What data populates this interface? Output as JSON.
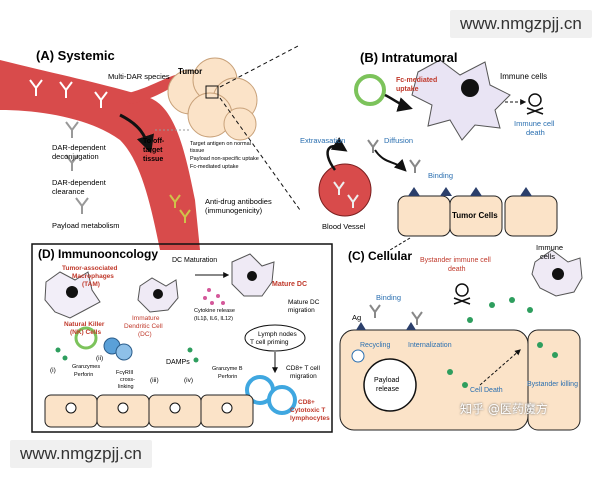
{
  "watermark_top": "www.nmgzpjj.cn",
  "watermark_bottom": "www.nmgzpjj.cn",
  "watermark_cn": "知乎 @医药魔方",
  "panelA": {
    "title": "(A) Systemic",
    "multi_dar": "Multi-DAR species",
    "tumor": "Tumor",
    "off_target_1": "To off-",
    "off_target_2": "target",
    "off_target_3": "tissue",
    "bullets": [
      "Target antigen on normal",
      "tissue",
      "Payload non-specific uptake",
      "Fc-mediated uptake"
    ],
    "deconj_1": "DAR-dependent",
    "deconj_2": "deconjugation",
    "clear_1": "DAR-dependent",
    "clear_2": "clearance",
    "payload_metab": "Payload metabolism",
    "ada_1": "Anti-drug antibodies",
    "ada_2": "(immunogenicity)"
  },
  "panelB": {
    "title": "(B) Intratumoral",
    "fc_1": "Fc-mediated",
    "fc_2": "uptake",
    "immune_cells": "Immune cells",
    "death_1": "Immune cell",
    "death_2": "death",
    "extravasation": "Extravasation",
    "diffusion": "Diffusion",
    "binding": "Binding",
    "tumor_cells": "Tumor Cells",
    "blood_vessel": "Blood Vessel"
  },
  "panelC": {
    "title": "(C) Cellular",
    "bystander_death_1": "Bystander immune cell",
    "bystander_death_2": "death",
    "immune_1": "Immune",
    "immune_2": "cells",
    "binding": "Binding",
    "ag": "Ag",
    "recycling": "Recycling",
    "internalization": "Internalization",
    "payload_1": "Payload",
    "payload_2": "release",
    "cell_death": "Cell Death",
    "bystander_killing": "Bystander killing"
  },
  "panelD": {
    "title": "(D) Immunooncology",
    "tam_1": "Tumor-associated",
    "tam_2": "Macrophages",
    "tam_3": "(TAM)",
    "dc_mat": "DC Maturation",
    "mature_dc": "Mature DC",
    "imm_dc_1": "Immature",
    "imm_dc_2": "Dendritic Cell",
    "imm_dc_3": "(DC)",
    "nk_1": "Natural Killer",
    "nk_2": "(NK) Cells",
    "cyto_1": "Cytokine release",
    "cyto_2": "(IL1β, IL6, IL12)",
    "mig_1": "Mature DC",
    "mig_2": "migration",
    "ln_1": "Lymph nodes",
    "ln_2": "T cell priming",
    "fcr_1": "FcγRIII",
    "fcr_2": "cross-",
    "fcr_3": "linking",
    "damps": "DAMPs",
    "gran1_1": "Granzymes",
    "gran1_2": "Perforin",
    "gran2_1": "Granzyme B",
    "gran2_2": "Perforin",
    "tmig_1": "CD8+ T cell",
    "tmig_2": "migration",
    "cd8_1": "CD8+",
    "cd8_2": "Cytotoxic T",
    "cd8_3": "lymphocytes",
    "i": "(i)",
    "ii": "(ii)",
    "iii": "(iii)",
    "iv": "(iv)"
  }
}
